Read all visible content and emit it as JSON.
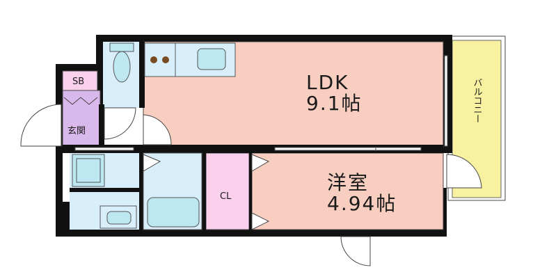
{
  "rooms": {
    "ldk": {
      "name": "LDK",
      "size": "9.1帖"
    },
    "western": {
      "name": "洋室",
      "size": "4.94帖"
    },
    "closet": {
      "name": "CL"
    },
    "shoebox": {
      "name": "SB"
    },
    "entrance": {
      "name": "玄関"
    },
    "balcony": {
      "name": "バルコニー"
    }
  },
  "colors": {
    "wall": "#111111",
    "ldk": "#f8cec0",
    "western": "#f8cec0",
    "closet": "#fbd0ec",
    "entrance": "#d9b8ec",
    "shoebox": "#fbd0ec",
    "wet": "#d8eefa",
    "fixture": "#bde8f2",
    "balcony": "#f7f1a0",
    "kitchen": "#d8eefa"
  }
}
